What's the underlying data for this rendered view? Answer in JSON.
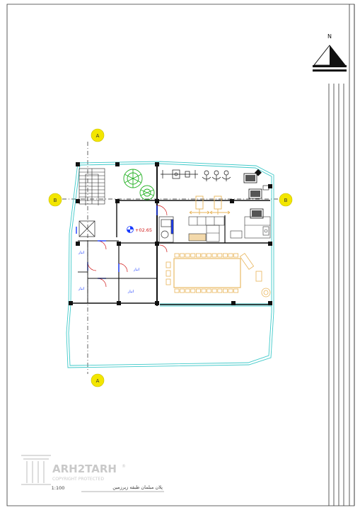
{
  "north_label": "N",
  "grid_labels": {
    "top_a": "A",
    "bottom_a": "A",
    "left_b": "B",
    "right_b": "B"
  },
  "level_mark": "+02.65",
  "room_labels": {
    "store_1": "انبار",
    "store_2": "انبار",
    "store_3": "انبار",
    "store_4": "انبار"
  },
  "title_block": {
    "plan_title": "پلان مبلمان طبقه زیرزمین",
    "scale": "1:100",
    "watermark_brand": "ARH2TARH",
    "watermark_sub": "COPYRIGHT PROTECTED"
  },
  "colors": {
    "wall": "#111111",
    "glass": "#3ec9c9",
    "grid_axis": "#222222",
    "grid_bubble": "#f3e600",
    "furniture": "#e8b458",
    "door": "#1a3cff",
    "door_swing": "#d01818",
    "tree": "#22b022"
  }
}
